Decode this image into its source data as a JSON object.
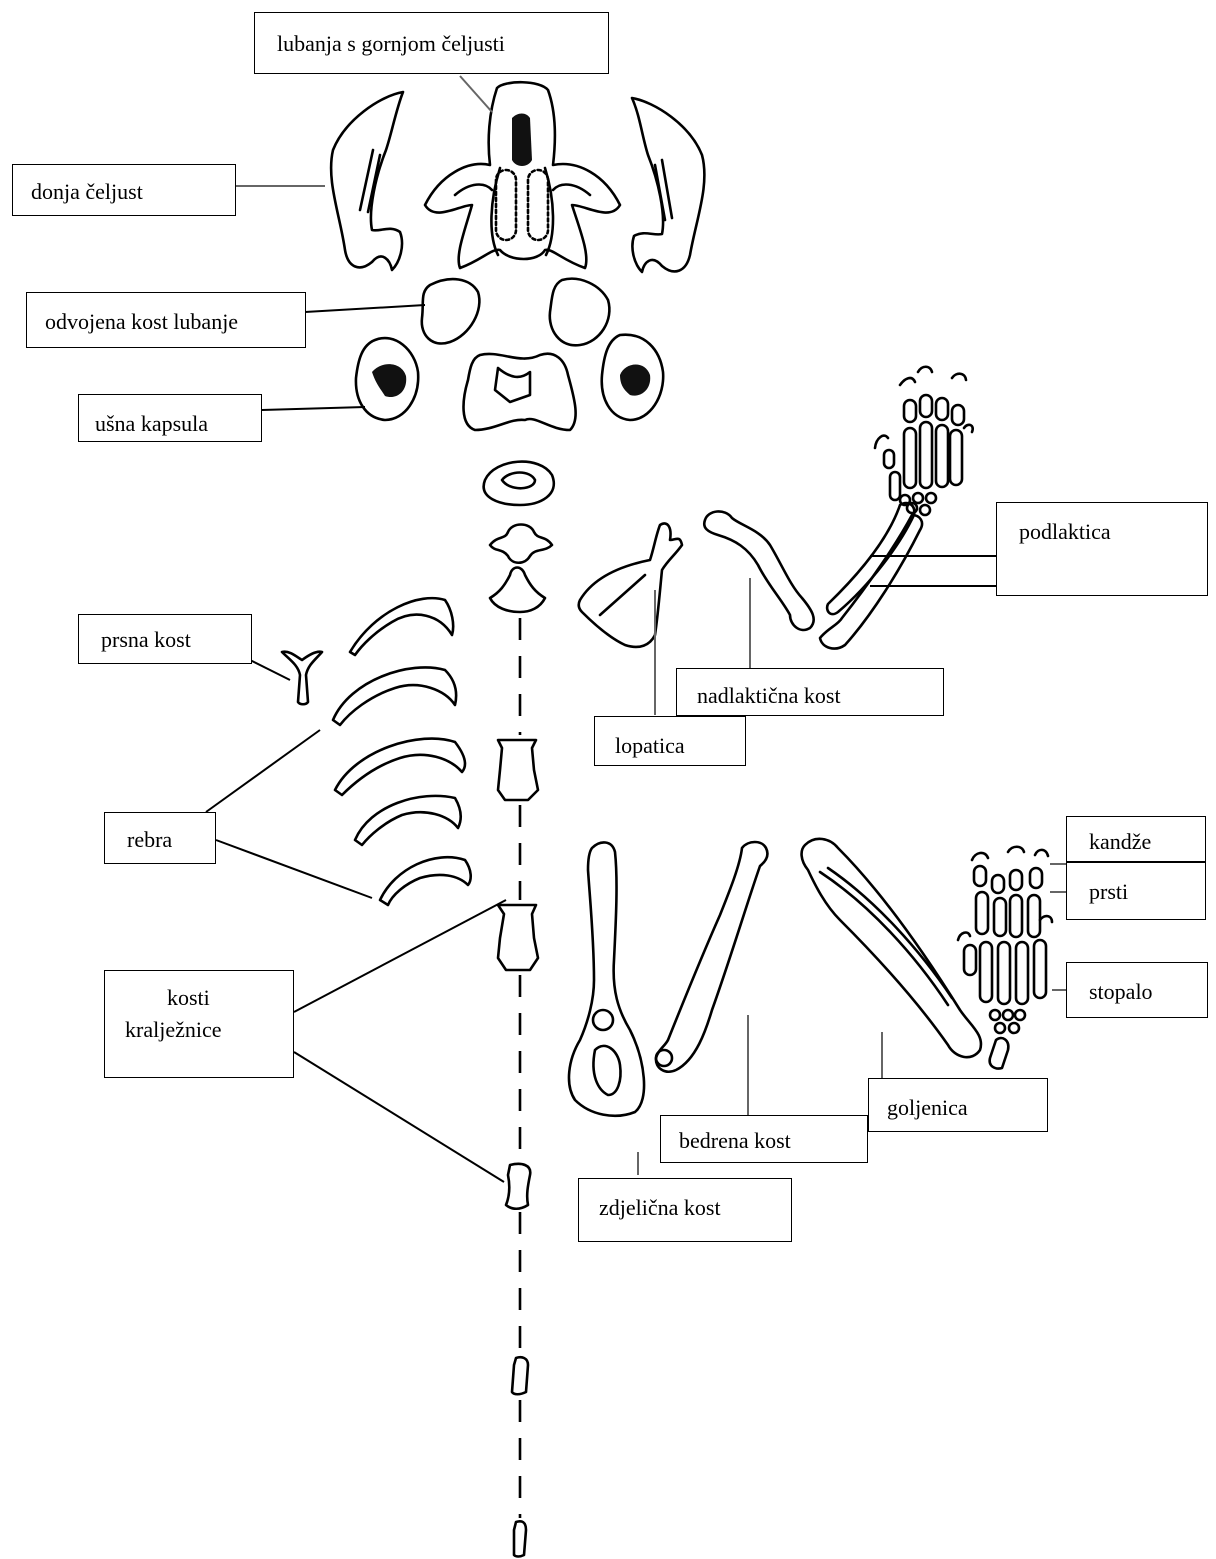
{
  "labels": {
    "skull": "lubanja s gornjom čeljusti",
    "lower_jaw": "donja čeljust",
    "detached_skull_bone": "odvojena kost lubanje",
    "ear_capsule": "ušna kapsula",
    "forearm": "podlaktica",
    "breastbone": "prsna kost",
    "upper_arm": "nadlaktična kost",
    "shoulder_blade": "lopatica",
    "ribs": "rebra",
    "claws": "kandže",
    "toes": "prsti",
    "foot": "stopalo",
    "spine_line1": "kosti",
    "spine_line2": "kralježnice",
    "shin": "goljenica",
    "thigh": "bedrena kost",
    "pelvis": "zdjelična kost"
  }
}
